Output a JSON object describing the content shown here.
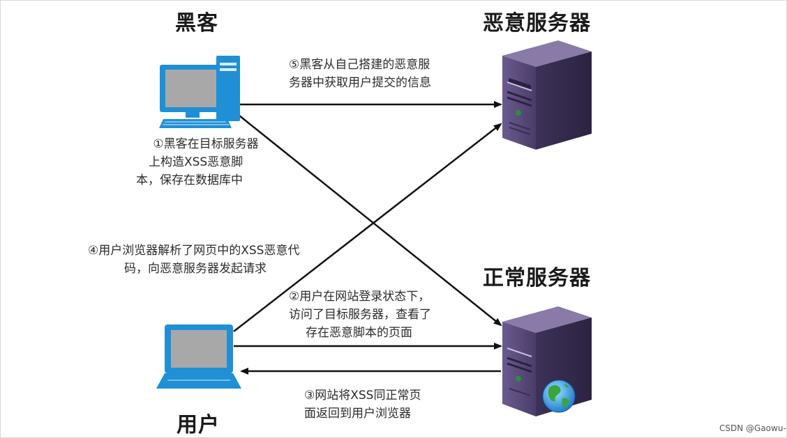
{
  "titles": {
    "hacker": "黑客",
    "malicious_server": "恶意服务器",
    "normal_server": "正常服务器",
    "user": "用户"
  },
  "steps": {
    "step1": [
      "①黑客在目标服务器",
      "上构造XSS恶意脚",
      "本，保存在数据库中"
    ],
    "step2": [
      "②用户在网站登录状态下，",
      "访问了目标服务器，查看了",
      "存在恶意脚本的页面"
    ],
    "step3": [
      "③网站将XSS同正常页",
      "面返回到用户浏览器"
    ],
    "step4": [
      "④用户浏览器解析了网页中的XSS恶意代",
      "码，向恶意服务器发起请求"
    ],
    "step5": [
      "⑤黑客从自己搭建的恶意服",
      "务器中获取用户提交的信息"
    ]
  },
  "watermark": "CSDN @Gaowu-",
  "colors": {
    "arrow": "#111111",
    "server_front": "#5a4a7a",
    "server_side": "#3a2f55",
    "server_top": "#8a7aa8",
    "computer_blue": "#1f8fd6",
    "screen_gray": "#a8a8a8"
  },
  "icons": {
    "hacker": "desktop-computer-icon",
    "user": "laptop-icon",
    "servers": "server-tower-icon",
    "globe": "globe-icon"
  }
}
